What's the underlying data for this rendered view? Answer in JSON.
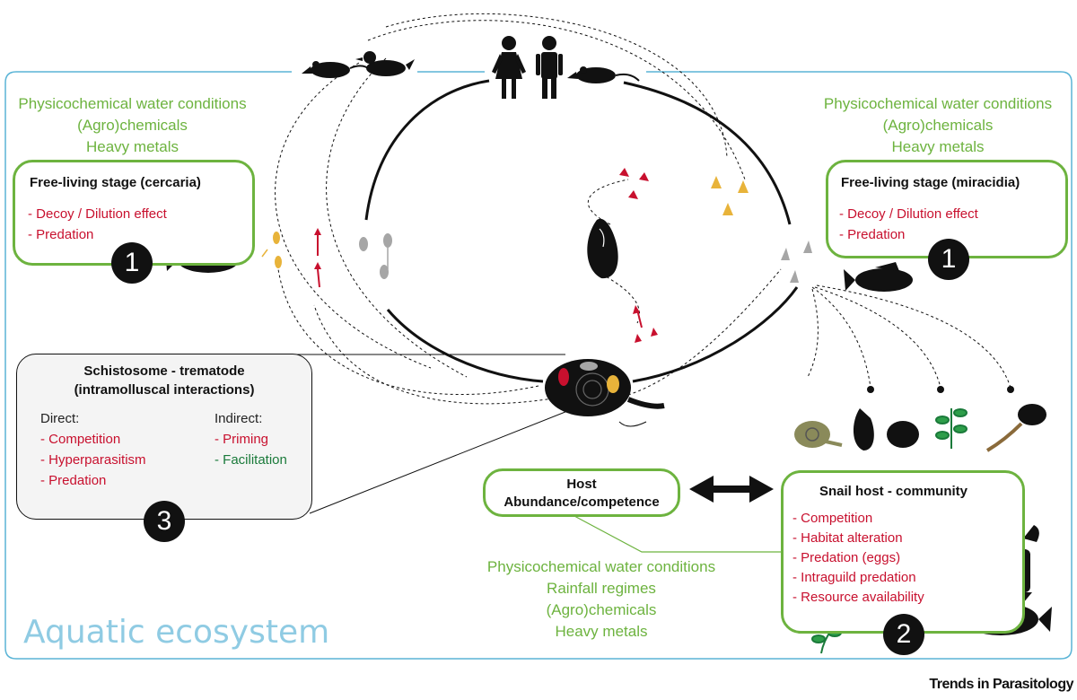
{
  "ecosystem_label": "Aquatic ecosystem",
  "publisher": "Trends in Parasitology",
  "left_factors": [
    "Physicochemical water conditions",
    "(Agro)chemicals",
    "Heavy metals"
  ],
  "right_factors": [
    "Physicochemical water conditions",
    "(Agro)chemicals",
    "Heavy metals"
  ],
  "bottom_factors": [
    "Physicochemical water conditions",
    "Rainfall regimes",
    "(Agro)chemicals",
    "Heavy metals"
  ],
  "cercaria_box": {
    "title": "Free-living stage (cercaria)",
    "items": [
      "- Decoy / Dilution effect",
      "- Predation"
    ],
    "badge": "1"
  },
  "miracidia_box": {
    "title": "Free-living stage (miracidia)",
    "items": [
      "- Decoy / Dilution effect",
      "- Predation"
    ],
    "badge": "1"
  },
  "intramolluscan_box": {
    "title_line1": "Schistosome - trematode",
    "title_line2": "(intramolluscal interactions)",
    "direct_label": "Direct:",
    "direct_items": [
      "- Competition",
      "- Hyperparasitism",
      "- Predation"
    ],
    "indirect_label": "Indirect:",
    "indirect_items": [
      "- Priming",
      "- Facilitation"
    ],
    "badge": "3"
  },
  "host_box": {
    "line1": "Host",
    "line2": "Abundance/competence"
  },
  "community_box": {
    "title": "Snail host - community",
    "items": [
      "- Competition",
      "- Habitat alteration",
      "- Predation (eggs)",
      "- Intraguild predation",
      "- Resource availability"
    ],
    "badge": "2"
  },
  "colors": {
    "green": "#6db33f",
    "red": "#c8102e",
    "dark_green": "#1a7a3a",
    "blue_border": "#5ab4d6",
    "ecosystem_label": "#8fcbe3",
    "parasite_yellow": "#e8b33a",
    "parasite_gray": "#a6a6a6"
  },
  "icons": [
    "rat-icon",
    "duck-icon",
    "human-female-icon",
    "human-male-icon",
    "fish-icon",
    "snail-icon",
    "cercaria-icon",
    "miracidium-icon",
    "plant-icon",
    "crayfish-icon",
    "tadpole-icon"
  ]
}
